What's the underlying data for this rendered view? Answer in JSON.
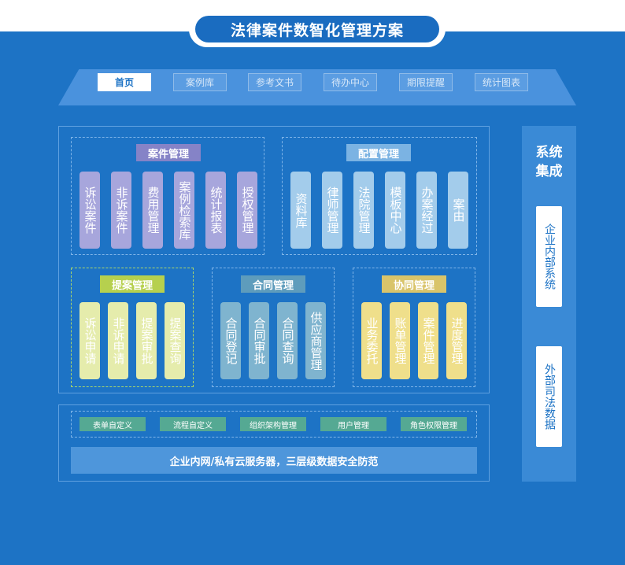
{
  "title": "法律案件数智化管理方案",
  "nav": {
    "tabs": [
      {
        "label": "首页",
        "active": true
      },
      {
        "label": "案例库",
        "active": false
      },
      {
        "label": "参考文书",
        "active": false
      },
      {
        "label": "待办中心",
        "active": false
      },
      {
        "label": "期限提醒",
        "active": false
      },
      {
        "label": "统计图表",
        "active": false
      }
    ]
  },
  "groups": {
    "case": {
      "title": "案件管理",
      "items": [
        "诉讼案件",
        "非诉案件",
        "费用管理",
        "案例检索库",
        "统计报表",
        "授权管理"
      ]
    },
    "config": {
      "title": "配置管理",
      "items": [
        "资料库",
        "律师管理",
        "法院管理",
        "模板中心",
        "办案经过",
        "案由"
      ]
    },
    "proposal": {
      "title": "提案管理",
      "items": [
        "诉讼申请",
        "非诉申请",
        "提案审批",
        "提案查询"
      ]
    },
    "contract": {
      "title": "合同管理",
      "items": [
        "合同登记",
        "合同审批",
        "合同查询",
        "供应商管理"
      ]
    },
    "collab": {
      "title": "协同管理",
      "items": [
        "业务委托",
        "账单管理",
        "案件管理",
        "进度管理"
      ]
    }
  },
  "platform": {
    "chips": [
      "表单自定义",
      "流程自定义",
      "组织架构管理",
      "用户管理",
      "角色权限管理"
    ],
    "bar": "企业内网/私有云服务器，三层级数据安全防范"
  },
  "side": {
    "title_line1": "系统",
    "title_line2": "集成",
    "cards": [
      "企业内部系统",
      "外部司法数据"
    ]
  },
  "colors": {
    "background": "#1d73c5",
    "case": "#8583c7",
    "config": "#7bb3e3",
    "proposal": "#b6d04e",
    "contract": "#5e9cbc",
    "collab": "#d9c46a",
    "platform_chip": "#55a993"
  }
}
